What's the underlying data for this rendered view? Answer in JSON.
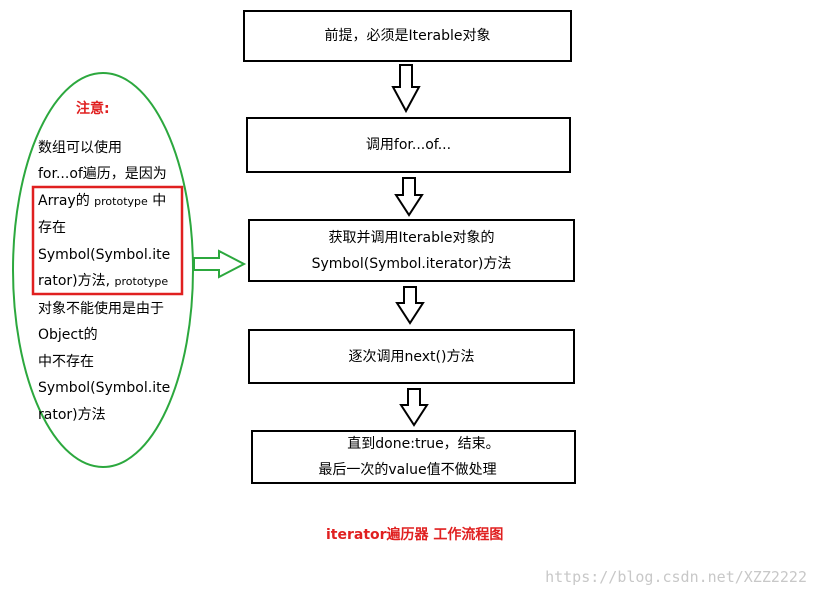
{
  "flow": {
    "step1": "前提，必须是Iterable对象",
    "step2": "调用for...of...",
    "step3_line1": "获取并调用Iterable对象的",
    "step3_line2": "Symbol(Symbol.iterator)方法",
    "step4": "逐次调用next()方法",
    "step5_line1": "直到done:true，结束。",
    "step5_line2": "最后一次的value值不做处理"
  },
  "note": {
    "title": "注意:",
    "line1": "数组可以使用",
    "line2": "for...of遍历，是因为",
    "line3a": "Array的",
    "line3b": "prototype",
    "line3c": "中",
    "line4": "存在",
    "line5": "Symbol(Symbol.ite",
    "line6a": "rator)方法,",
    "line6b": "prototype",
    "line7": "对象不能使用是由于",
    "line8": "Object的",
    "line9": "中不存在",
    "line10": "Symbol(Symbol.ite",
    "line11": "rator)方法"
  },
  "caption": "iterator遍历器 工作流程图",
  "watermark": "https://blog.csdn.net/XZZ2222",
  "colors": {
    "ellipse": "#2ca83e",
    "highlight": "#e02020",
    "caption": "#e02020",
    "arrow_side": "#2ca83e"
  }
}
